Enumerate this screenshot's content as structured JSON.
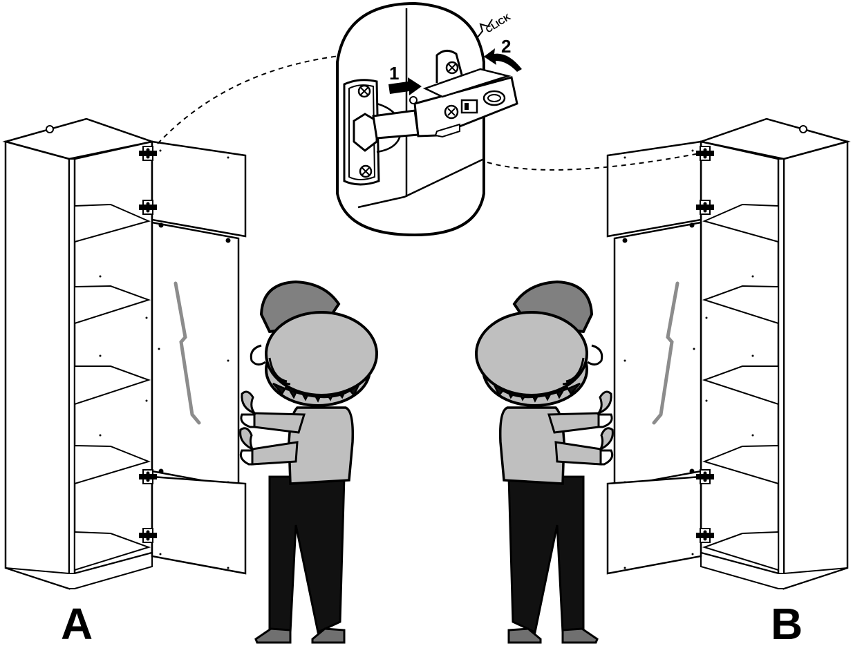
{
  "labels": {
    "variant_a": "A",
    "variant_b": "B",
    "step_1": "1",
    "step_2": "2",
    "click_sound": "CLICK"
  },
  "colors": {
    "line": "#000000",
    "panel_fill": "#ffffff",
    "cap": "#808080",
    "face_shirt": "#bfbfbf",
    "pants": "#111111",
    "mirror_crack": "#8c8c8c",
    "shoe": "#707070"
  },
  "icons": {
    "hinge": "concealed-hinge-icon",
    "person": "worker-figure",
    "arrow": "push-arrow-icon",
    "curved_arrow": "rotate-arrow-icon"
  }
}
